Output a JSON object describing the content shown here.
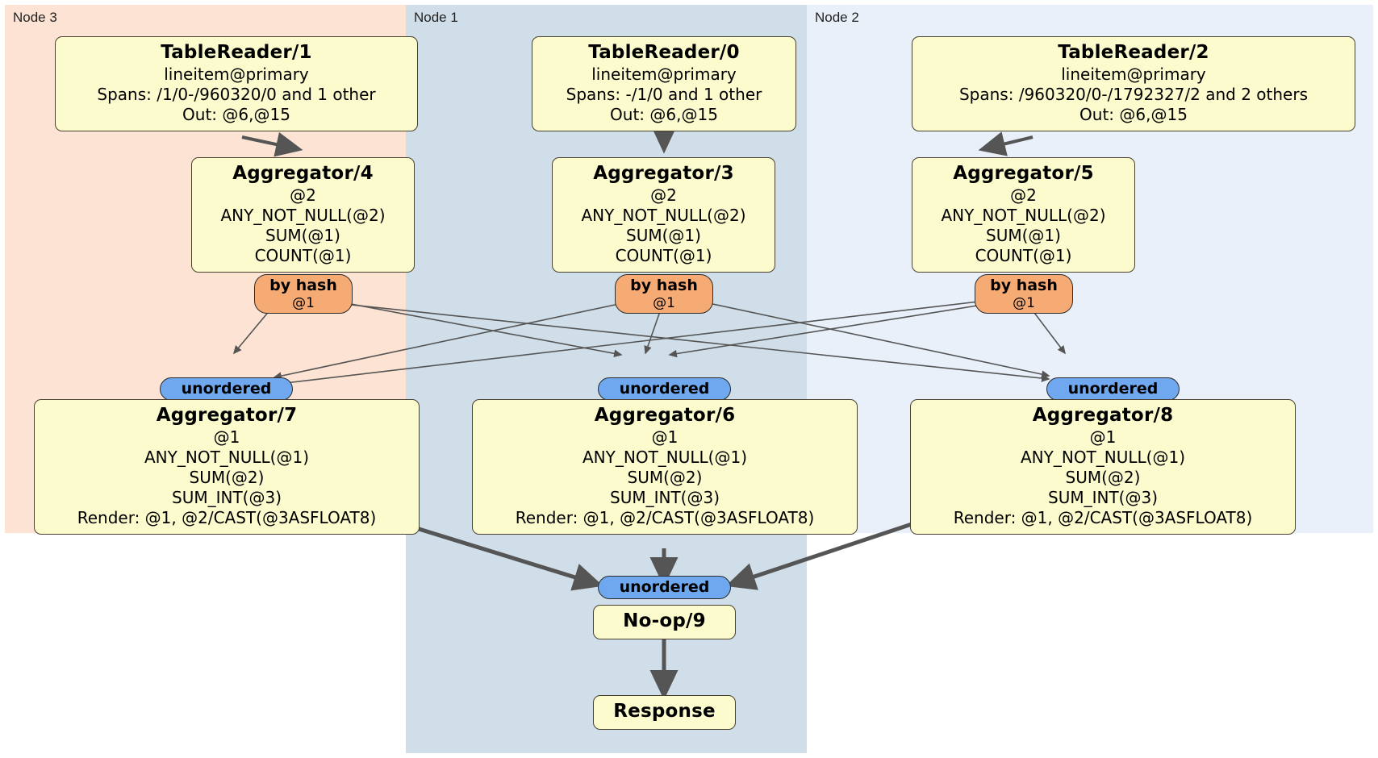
{
  "diagram": {
    "type": "distributed-query-plan",
    "colors": {
      "node3_panel": "#fde3d4",
      "node1_panel": "#cfdee8",
      "node2_panel": "#eaf0fa",
      "processor_box": "#fbfbcd",
      "by_hash_pill": "#f7ab74",
      "unordered_pill": "#6fa8ee",
      "edge": "#555555"
    }
  },
  "nodes": [
    {
      "label": "Node 3"
    },
    {
      "label": "Node 1"
    },
    {
      "label": "Node 2"
    }
  ],
  "processors": {
    "table_reader_1": {
      "title": "TableReader/1",
      "lines": [
        "lineitem@primary",
        "Spans: /1/0-/960320/0 and 1 other",
        "Out: @6,@15"
      ]
    },
    "table_reader_0": {
      "title": "TableReader/0",
      "lines": [
        "lineitem@primary",
        "Spans: -/1/0 and 1 other",
        "Out: @6,@15"
      ]
    },
    "table_reader_2": {
      "title": "TableReader/2",
      "lines": [
        "lineitem@primary",
        "Spans: /960320/0-/1792327/2 and 2 others",
        "Out: @6,@15"
      ]
    },
    "aggregator_4": {
      "title": "Aggregator/4",
      "lines": [
        "@2",
        "ANY_NOT_NULL(@2)",
        "SUM(@1)",
        "COUNT(@1)"
      ]
    },
    "aggregator_3": {
      "title": "Aggregator/3",
      "lines": [
        "@2",
        "ANY_NOT_NULL(@2)",
        "SUM(@1)",
        "COUNT(@1)"
      ]
    },
    "aggregator_5": {
      "title": "Aggregator/5",
      "lines": [
        "@2",
        "ANY_NOT_NULL(@2)",
        "SUM(@1)",
        "COUNT(@1)"
      ]
    },
    "aggregator_7": {
      "title": "Aggregator/7",
      "lines": [
        "@1",
        "ANY_NOT_NULL(@1)",
        "SUM(@2)",
        "SUM_INT(@3)",
        "Render: @1, @2/CAST(@3ASFLOAT8)"
      ]
    },
    "aggregator_6": {
      "title": "Aggregator/6",
      "lines": [
        "@1",
        "ANY_NOT_NULL(@1)",
        "SUM(@2)",
        "SUM_INT(@3)",
        "Render: @1, @2/CAST(@3ASFLOAT8)"
      ]
    },
    "aggregator_8": {
      "title": "Aggregator/8",
      "lines": [
        "@1",
        "ANY_NOT_NULL(@1)",
        "SUM(@2)",
        "SUM_INT(@3)",
        "Render: @1, @2/CAST(@3ASFLOAT8)"
      ]
    },
    "noop_9": {
      "title": "No-op/9",
      "lines": []
    },
    "response": {
      "title": "Response",
      "lines": []
    }
  },
  "routers": {
    "by_hash_left": {
      "kind": "by hash",
      "key": "@1"
    },
    "by_hash_center": {
      "kind": "by hash",
      "key": "@1"
    },
    "by_hash_right": {
      "kind": "by hash",
      "key": "@1"
    },
    "unordered_left": {
      "kind": "unordered"
    },
    "unordered_center": {
      "kind": "unordered"
    },
    "unordered_right": {
      "kind": "unordered"
    },
    "unordered_final": {
      "kind": "unordered"
    }
  }
}
